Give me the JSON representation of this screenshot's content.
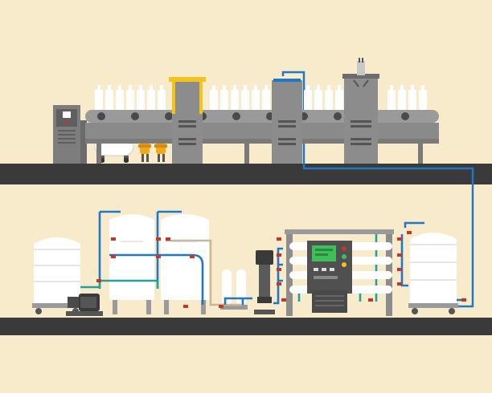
{
  "scene": {
    "colors": {
      "background": "#f8ebcc",
      "floor": "#3a3a3a",
      "machine_gray": "#8c8c8c",
      "machine_dark": "#6b6b6b",
      "pipe_blue": "#2277c4",
      "pipe_tan": "#c8b89a",
      "pipe_teal": "#1fa39a",
      "valve_red": "#c0392b",
      "tank_white": "#ffffff",
      "filter_orange": "#f2a81d",
      "bottle": "#ffffff",
      "display_green": "#3fbf5a"
    },
    "icons": [
      "bottling-conveyor",
      "control-cabinet",
      "air-compressor",
      "filter-cylinders",
      "filling-station",
      "capping-station",
      "water-storage-tank",
      "sand-filter-tank",
      "carbon-filter-tank",
      "cartridge-filters",
      "feed-pump",
      "high-pressure-pump",
      "reverse-osmosis-unit",
      "product-water-tank",
      "valves",
      "pipes"
    ]
  }
}
